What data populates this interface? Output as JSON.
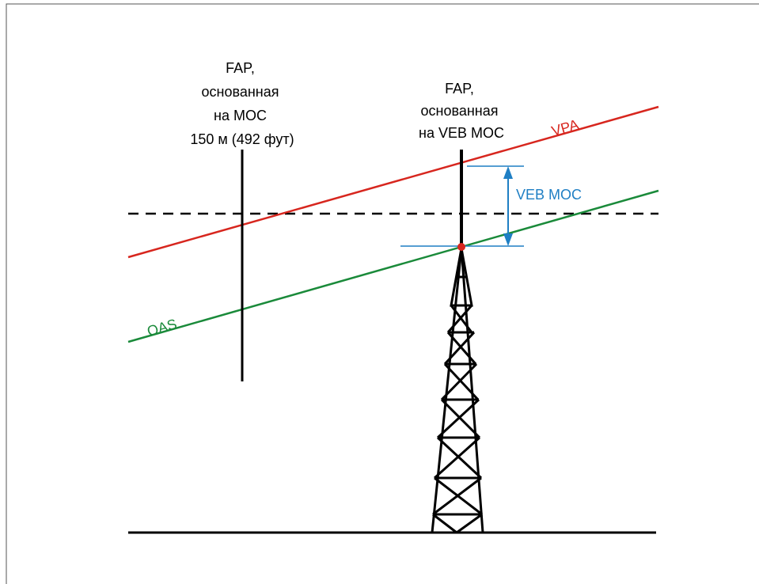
{
  "labels": {
    "fap_moc": [
      "FAP,",
      "основанная",
      "на МОС",
      "150 м (492 фут)"
    ],
    "fap_veb": [
      "FAP,",
      "основанная",
      "на VEB МОС"
    ],
    "vpa": "VPA",
    "oas": "OAS",
    "veb_moc": "VEB МОС"
  },
  "colors": {
    "vpa": "#d7261e",
    "oas": "#1a8a3a",
    "veb_moc": "#1f7fc4",
    "structure": "#000000",
    "intersection_dot": "#d7261e"
  }
}
